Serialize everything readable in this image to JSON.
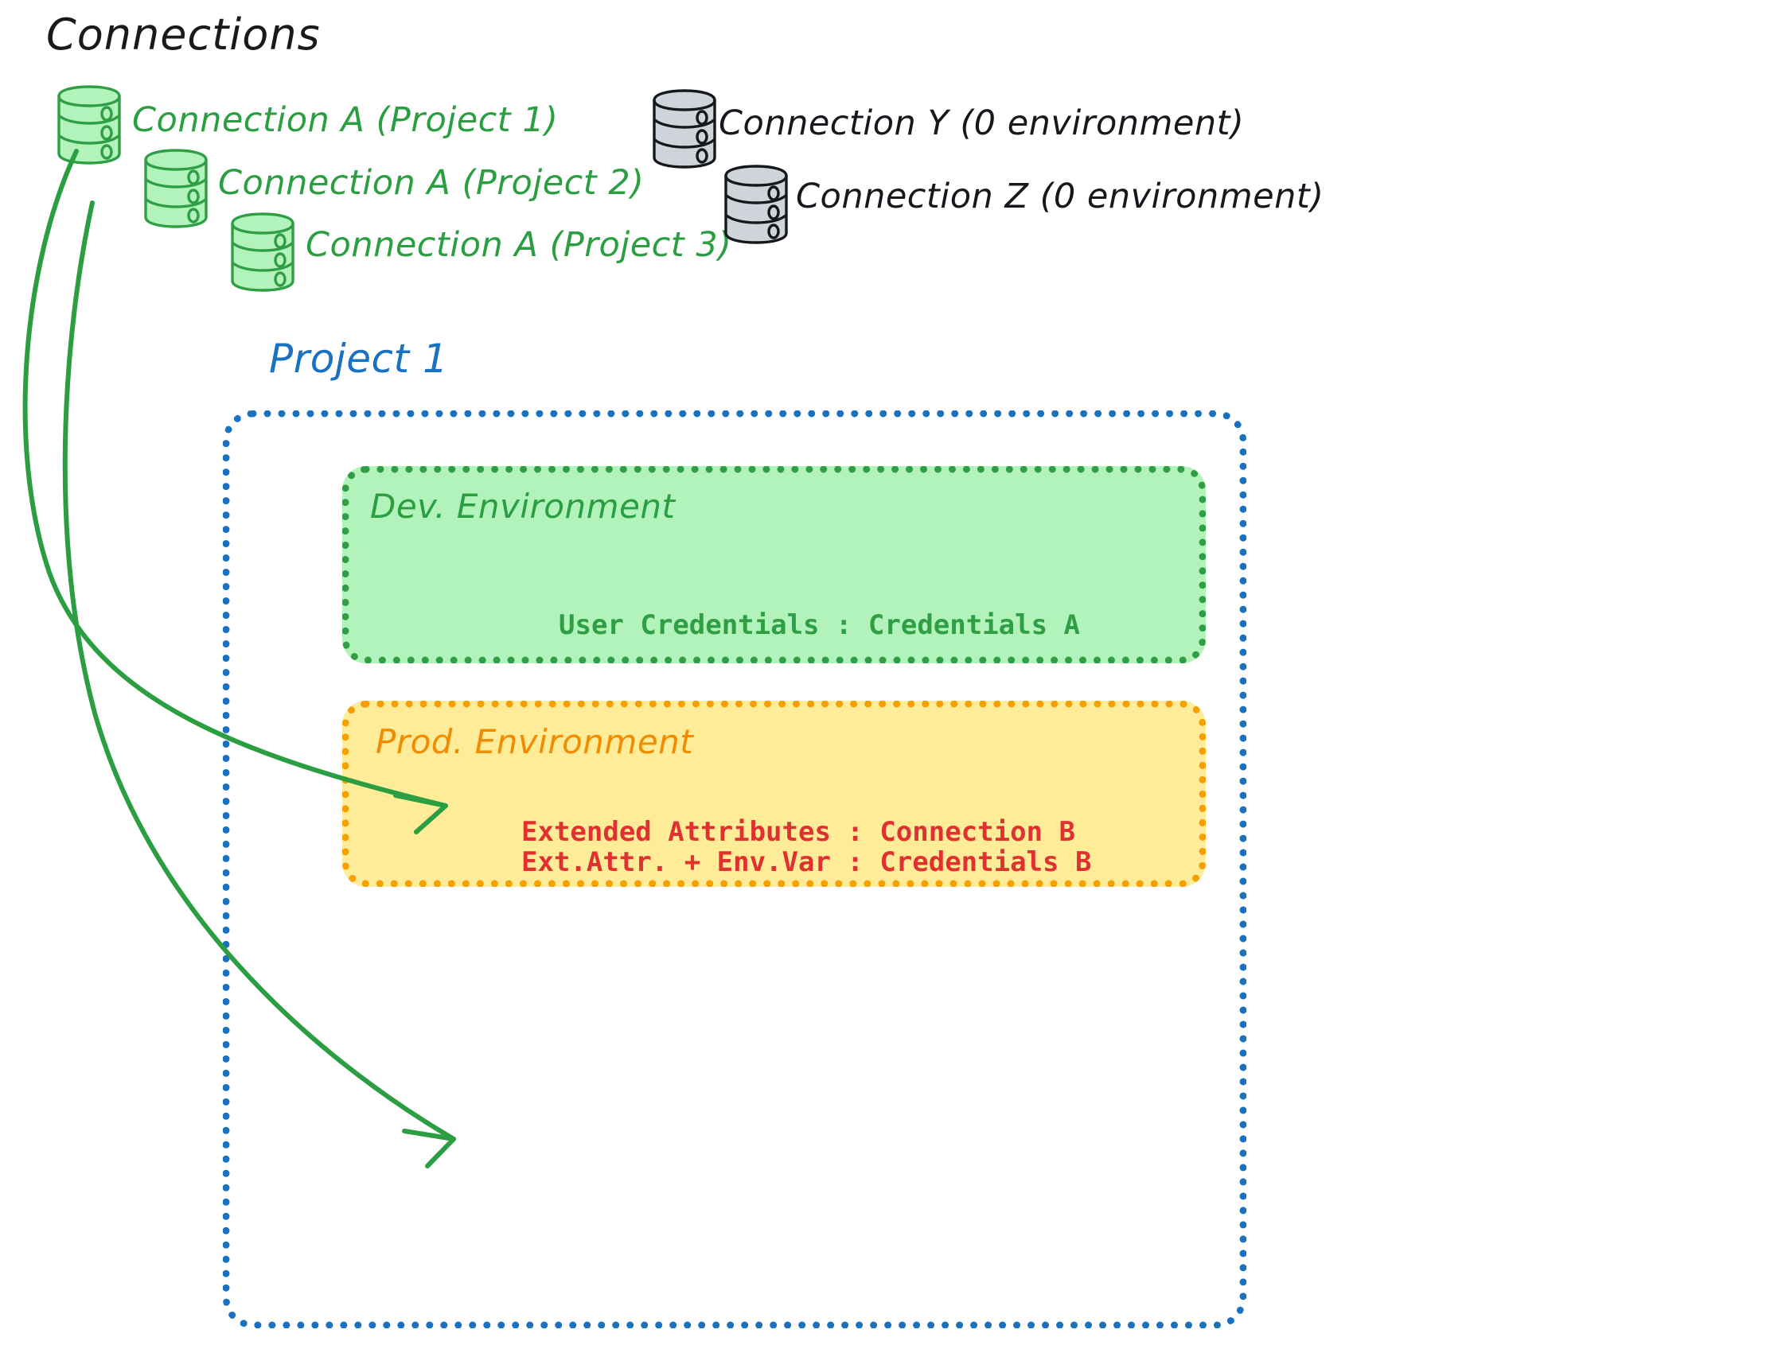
{
  "title": "Connections",
  "connections": {
    "green": [
      {
        "label": "Connection A (Project 1)",
        "icon": "database-icon",
        "color": "#2a9e40"
      },
      {
        "label": "Connection A (Project 2)",
        "icon": "database-icon",
        "color": "#2a9e40"
      },
      {
        "label": "Connection A (Project 3)",
        "icon": "database-icon",
        "color": "#2a9e40"
      }
    ],
    "gray": [
      {
        "label": "Connection Y (0 environment)",
        "icon": "database-icon",
        "color": "#16181d"
      },
      {
        "label": "Connection Z (0 environment)",
        "icon": "database-icon",
        "color": "#16181d"
      }
    ]
  },
  "project": {
    "title": "Project 1",
    "border_color": "#1971c2",
    "environments": [
      {
        "title": "Dev. Environment",
        "fill": "#b2f2bb",
        "border": "#2f9e44",
        "text_color": "#2f9e44",
        "rows": [
          "User Credentials : Credentials A"
        ]
      },
      {
        "title": "Prod. Environment",
        "fill": "#ffec99",
        "border": "#f59f00",
        "text_color": "#e03131",
        "rows": [
          "Extended Attributes : Connection B",
          "Ext.Attr. + Env.Var : Credentials B"
        ]
      }
    ]
  },
  "arrows": [
    {
      "name": "arrow-to-dev-environment",
      "color": "#2a9e40"
    },
    {
      "name": "arrow-to-prod-environment",
      "color": "#2a9e40"
    }
  ],
  "colors": {
    "green_stroke": "#2f9e44",
    "green_fill": "#b2f2bb",
    "gray_stroke": "#16181d",
    "gray_fill": "#ced4da",
    "blue": "#1971c2",
    "orange": "#f59f00",
    "red": "#e03131",
    "black": "#1a1a1a"
  }
}
